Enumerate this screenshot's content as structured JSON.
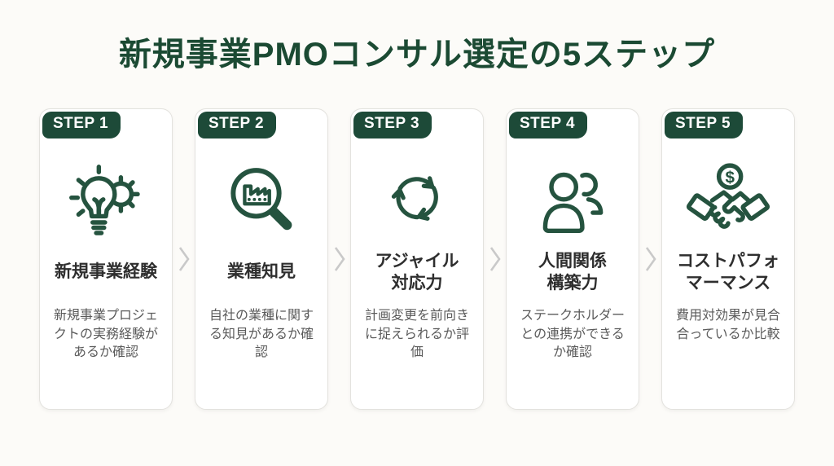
{
  "page": {
    "title": "新規事業PMOコンサル選定の5ステップ"
  },
  "colors": {
    "badge_bg": "#1d4a38",
    "badge_text": "#ffffff",
    "icon_stroke": "#25533f",
    "card_bg": "#ffffff",
    "card_border": "#e3e2de",
    "chevron": "#c9c9c9",
    "step_title": "#2e2e2e",
    "step_desc": "#5a5a5a",
    "page_bg": "#fcfbf8",
    "title_color": "#1b4a33"
  },
  "steps": [
    {
      "badge": "STEP 1",
      "icon": "lightbulb-gear-icon",
      "title": [
        "新規事業経験"
      ],
      "description": [
        "新規事業プロジェ",
        "クトの実務経験が",
        "あるか確認"
      ]
    },
    {
      "badge": "STEP 2",
      "icon": "factory-magnifier-icon",
      "title": [
        "業種知見"
      ],
      "description": [
        "自社の業種に関す",
        "る知見があるか確",
        "認"
      ]
    },
    {
      "badge": "STEP 3",
      "icon": "cycle-arrows-icon",
      "title": [
        "アジャイル",
        "対応力"
      ],
      "description": [
        "計画変更を前向き",
        "に捉えられるか評",
        "価"
      ]
    },
    {
      "badge": "STEP 4",
      "icon": "two-people-icon",
      "title": [
        "人間関係",
        "構築力"
      ],
      "description": [
        "ステークホルダー",
        "との連携ができる",
        "か確認"
      ]
    },
    {
      "badge": "STEP 5",
      "icon": "handshake-dollar-icon",
      "title": [
        "コストパフォ",
        "マーマンス"
      ],
      "description": [
        "費用対効果が見合",
        "合っているか比較"
      ]
    }
  ]
}
